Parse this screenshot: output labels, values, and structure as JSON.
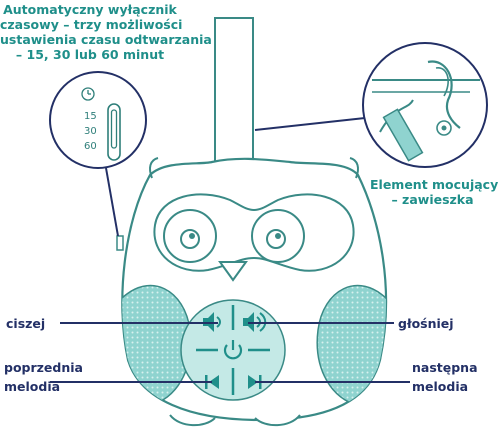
{
  "timer_callout": {
    "lines": [
      "Automatyczny wyłącznik",
      "czasowy – trzy możliwości",
      "ustawienia czasu odtwarzania",
      "– 15, 30 lub 60 minut"
    ],
    "scale": [
      "15",
      "30",
      "60"
    ],
    "icon": "clock-icon"
  },
  "mount_callout": {
    "lines": [
      "Element mocujący",
      "– zawieszka"
    ]
  },
  "buttons": {
    "volume_down": "ciszej",
    "volume_up": "głośniej",
    "previous": [
      "poprzednia",
      "melodia"
    ],
    "next": [
      "następna",
      "melodia"
    ]
  },
  "icons": {
    "volume_down": "speaker-low-icon",
    "volume_up": "speaker-high-icon",
    "power": "power-icon",
    "previous": "previous-track-icon",
    "next": "next-track-icon",
    "mount_clip": "clip-icon"
  },
  "colors": {
    "teal": "#1f8f8a",
    "teal_light": "#bfe6e3",
    "outline": "#3a8a86",
    "navy": "#233066"
  }
}
